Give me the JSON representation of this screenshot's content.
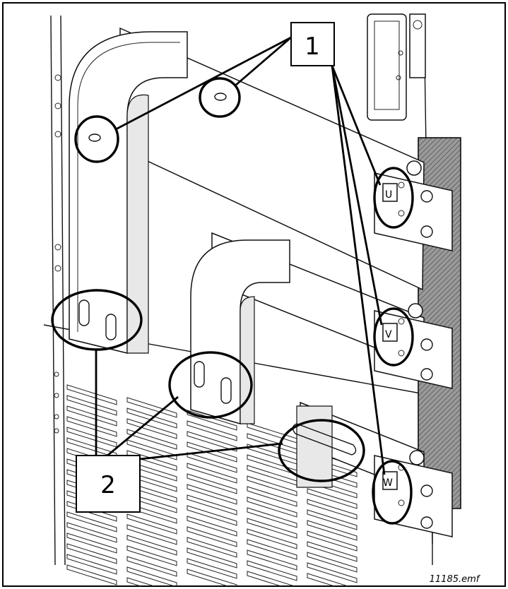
{
  "callouts": {
    "label_1": "1",
    "label_2": "2"
  },
  "phase_marks": {
    "u": "U",
    "v": "V",
    "w": "W"
  },
  "filename": "11185.emf",
  "colors": {
    "line": "#000000",
    "background": "#ffffff",
    "hatch": "#8a8a8a"
  }
}
